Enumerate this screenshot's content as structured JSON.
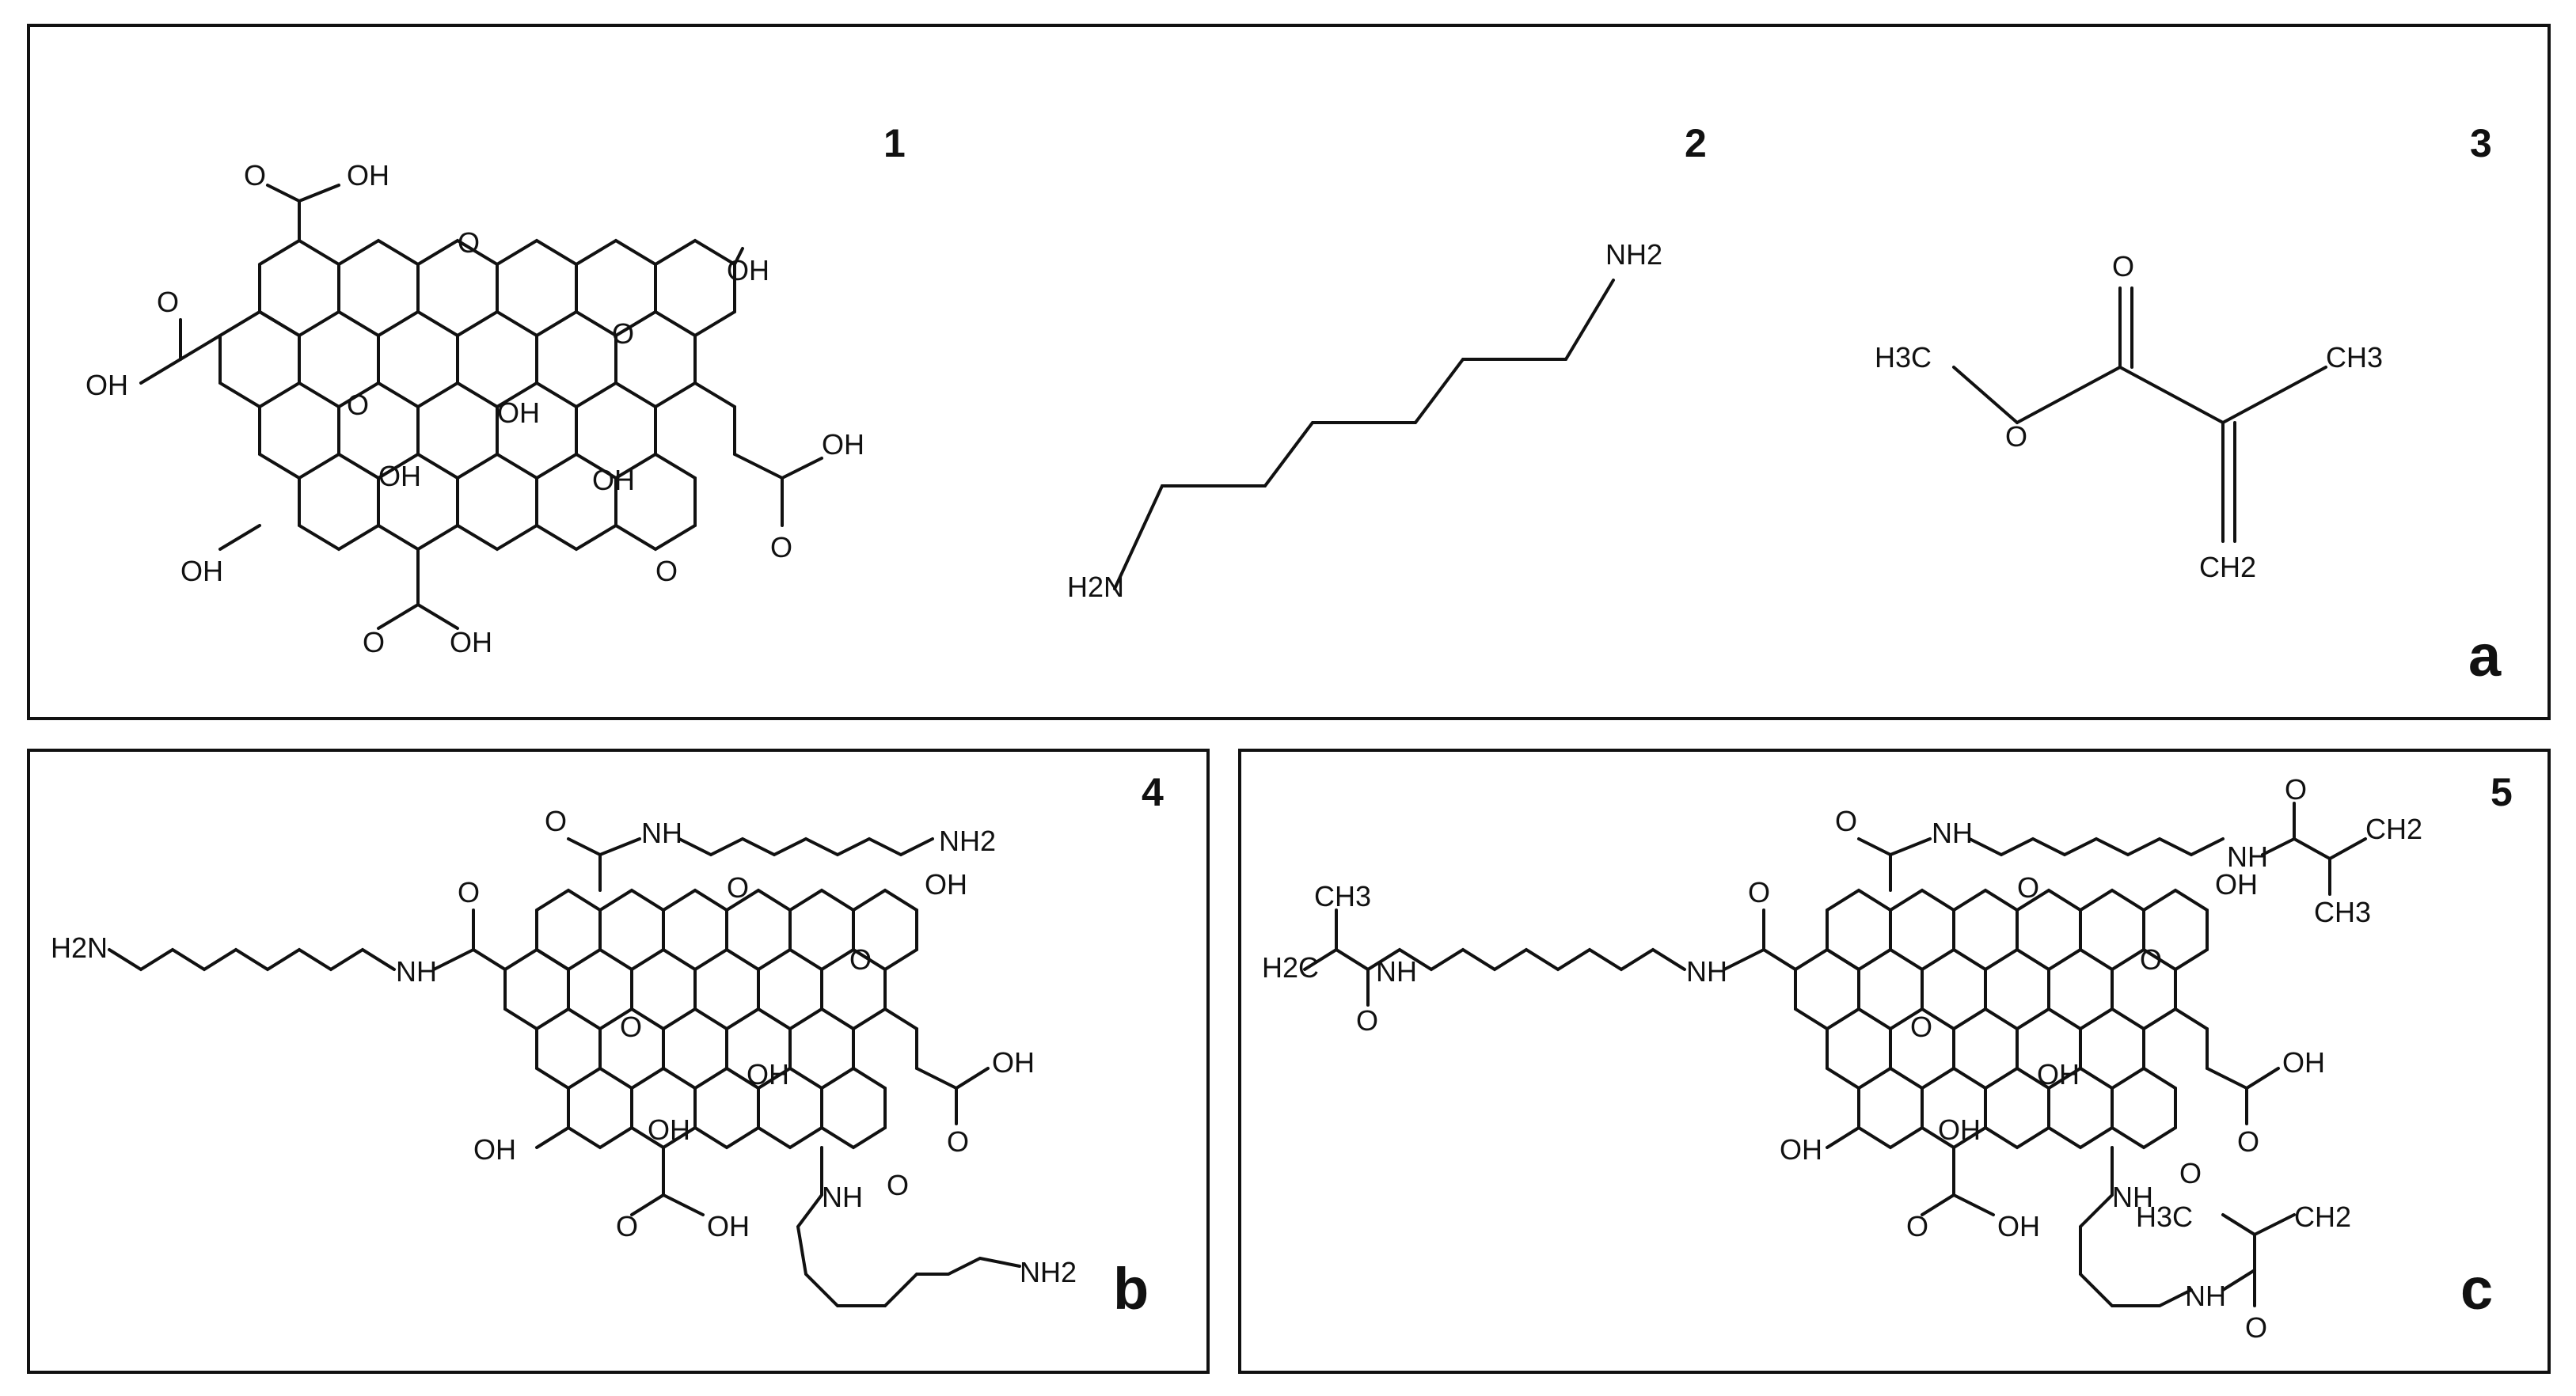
{
  "panels": {
    "a": {
      "tag": "a",
      "compounds": [
        "1",
        "2",
        "3"
      ]
    },
    "b": {
      "tag": "b",
      "compound": "4"
    },
    "c": {
      "tag": "c",
      "compound": "5"
    }
  },
  "structures": {
    "go_core": {
      "icon": "graphene-oxide-lattice",
      "hydroxyl": "OH",
      "epoxide_oxygen": "O",
      "carboxyl": "OH",
      "carbonyl_oxygen": "O"
    },
    "hexamethylenediamine": {
      "amine_left": "H2N",
      "amine_right": "NH2"
    },
    "methyl_methacrylate": {
      "methyl_ester": "H3C",
      "carbonyl_oxygen": "O",
      "ester_oxygen": "O",
      "methyl": "CH3",
      "methylene": "CH2"
    },
    "amide": {
      "nh": "NH",
      "carbonyl_oxygen": "O"
    },
    "amine_terminal": "H2N",
    "amine_terminal_right": "NH2",
    "methacrylamide": {
      "methyl": "CH3",
      "methylene": "CH2",
      "methyl_ester": "H3C",
      "methylene_left": "H2C",
      "carbonyl_oxygen": "O",
      "nh": "NH"
    }
  }
}
